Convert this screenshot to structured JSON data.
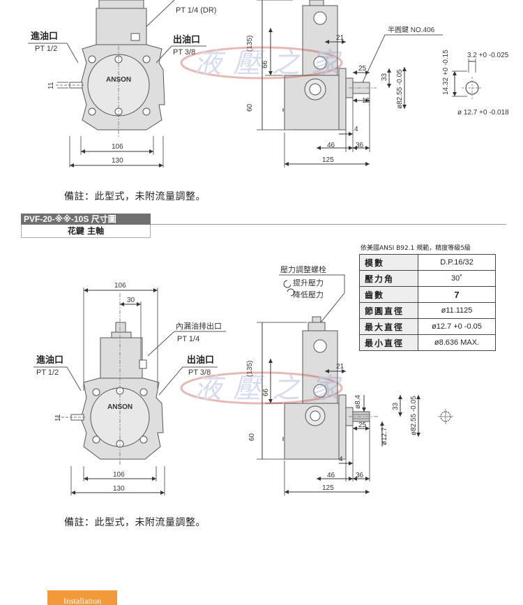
{
  "diagram1": {
    "drain_label": "PT 1/4 (DR)",
    "inlet_label": "進油口",
    "inlet_size": "PT 1/2",
    "outlet_label": "出油口",
    "outlet_size": "PT 3/8",
    "brand": "ANSON",
    "dim_11": "11",
    "dim_106": "106",
    "dim_130": "130",
    "dim_135": "(135)",
    "dim_66": "66",
    "dim_60": "60",
    "dim_21": "21",
    "dim_25": "25",
    "dim_33": "33",
    "dim_16": "16",
    "dim_4": "4",
    "dim_46": "46",
    "dim_36": "36",
    "dim_125": "125",
    "dim_shaft": "ø82.55 -0.05",
    "key_label": "半圓鍵 NO.406",
    "key_width": "3.2 +0 -0.025",
    "key_height": "14.32 +0 -0.15",
    "key_dia": "ø 12.7 +0 -0.018"
  },
  "note1": "備註：此型式，未附流量調整。",
  "section2": {
    "title": "PVF-20-※※-10S  尺寸圖",
    "subtitle": "花鍵 主軸"
  },
  "diagram2": {
    "dim_106": "106",
    "dim_30": "30",
    "drain_label": "內漏油排出口",
    "drain_size": "PT 1/4",
    "inlet_label": "進油口",
    "inlet_size": "PT 1/2",
    "outlet_label": "出油口",
    "outlet_size": "PT 3/8",
    "brand": "ANSON",
    "dim_11": "11",
    "dim_bottom_106": "106",
    "dim_130": "130",
    "pressure_screw": "壓力調整螺栓",
    "raise": "提升壓力",
    "lower": "降低壓力",
    "dim_135": "(135)",
    "dim_66": "66",
    "dim_60": "60",
    "dim_21": "21",
    "dim_84": "ø8.4",
    "dim_25": "25",
    "dim_127": "ø12.7",
    "dim_33": "33",
    "dim_shaft": "ø82.55 -0.05",
    "dim_4": "4",
    "dim_46": "46",
    "dim_36": "36",
    "dim_125": "125"
  },
  "spec": {
    "caption": "依美國ANSI  B92.1 規範，精度等級5級",
    "rows": [
      {
        "k": "模數",
        "v": "D.P.16/32"
      },
      {
        "k": "壓力角",
        "v": "30˚"
      },
      {
        "k": "齒數",
        "v": "7"
      },
      {
        "k": "節圓直徑",
        "v": "ø11.1125"
      },
      {
        "k": "最大直徑",
        "v": "ø12.7 +0 -0.05"
      },
      {
        "k": "最小直徑",
        "v": "ø8.636 MAX."
      }
    ]
  },
  "note2": "備註：此型式，未附流量調整。",
  "watermark": "液壓之家",
  "install_button": "Installation"
}
